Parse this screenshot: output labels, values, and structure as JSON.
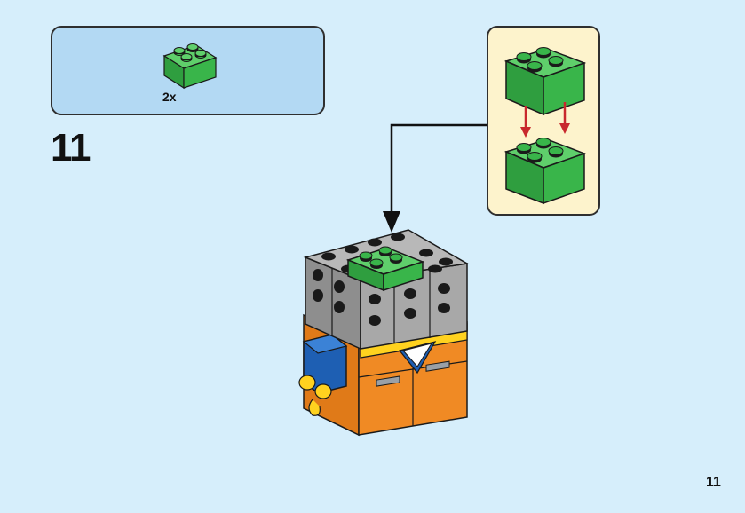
{
  "parts_list": {
    "items": [
      {
        "icon": "green-brick-2x2-icon",
        "color": "#39b54a",
        "quantity": "2x"
      }
    ]
  },
  "step": {
    "number": "11"
  },
  "page": {
    "number": "11"
  },
  "colors": {
    "background": "#d6eefb",
    "parts_panel": "#b3d9f3",
    "subassembly_panel": "#fdf3cc",
    "green": "#39b54a",
    "gray": "#a0a0a0",
    "orange": "#f08a24",
    "blue": "#1e5fb3",
    "yellow": "#ffd21f",
    "arrow_red": "#c8282d"
  }
}
